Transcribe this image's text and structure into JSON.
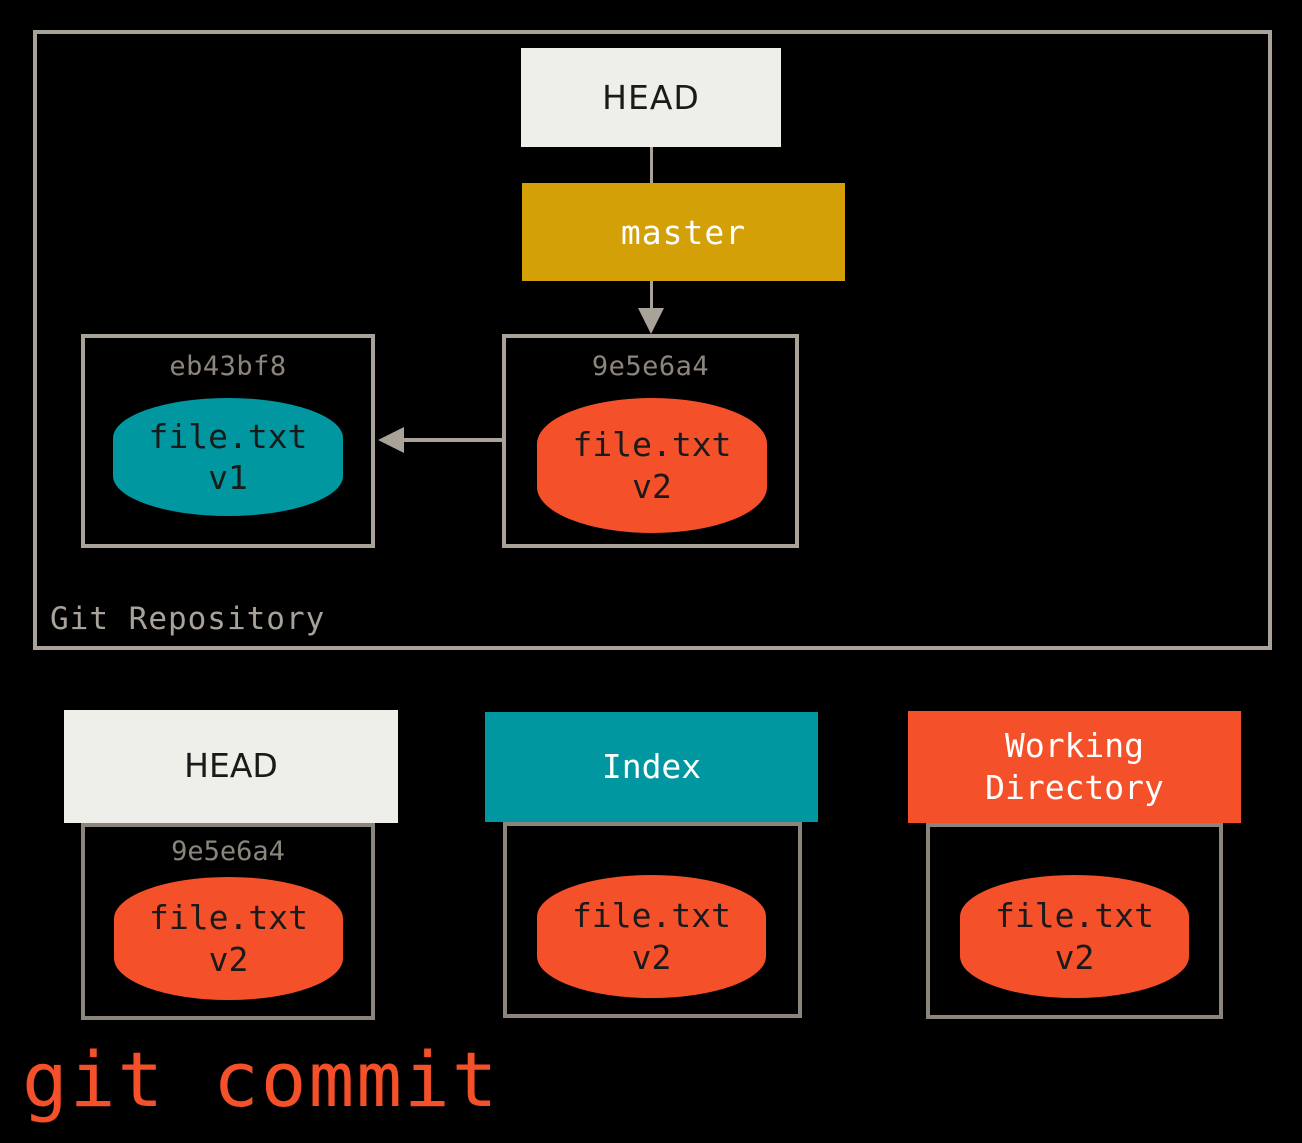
{
  "diagram": {
    "title": "git commit",
    "repository": {
      "label": "Git Repository",
      "head_ref": {
        "label": "HEAD"
      },
      "branch_ref": {
        "label": "master"
      },
      "commits": [
        {
          "sha": "eb43bf8",
          "blob_name": "file.txt",
          "blob_version": "v1",
          "blob_color": "#0097A0"
        },
        {
          "sha": "9e5e6a4",
          "blob_name": "file.txt",
          "blob_version": "v2",
          "blob_color": "#F4502A"
        }
      ]
    },
    "areas": [
      {
        "name": "HEAD",
        "header_color": "#EFEFE9",
        "sha": "9e5e6a4",
        "blob_name": "file.txt",
        "blob_version": "v2",
        "blob_color": "#F4502A"
      },
      {
        "name": "Index",
        "header_color": "#0097A0",
        "sha": "",
        "blob_name": "file.txt",
        "blob_version": "v2",
        "blob_color": "#F4502A"
      },
      {
        "name": "Working\nDirectory",
        "header_color": "#F4502A",
        "sha": "",
        "blob_name": "file.txt",
        "blob_version": "v2",
        "blob_color": "#F4502A"
      }
    ],
    "colors": {
      "background": "#000000",
      "border": "#A9A299",
      "border_dark": "#8C857B",
      "cream": "#EFEFE9",
      "gold": "#D3A007",
      "teal": "#0097A0",
      "orange": "#F4502A",
      "command_text": "#F4502A"
    }
  }
}
